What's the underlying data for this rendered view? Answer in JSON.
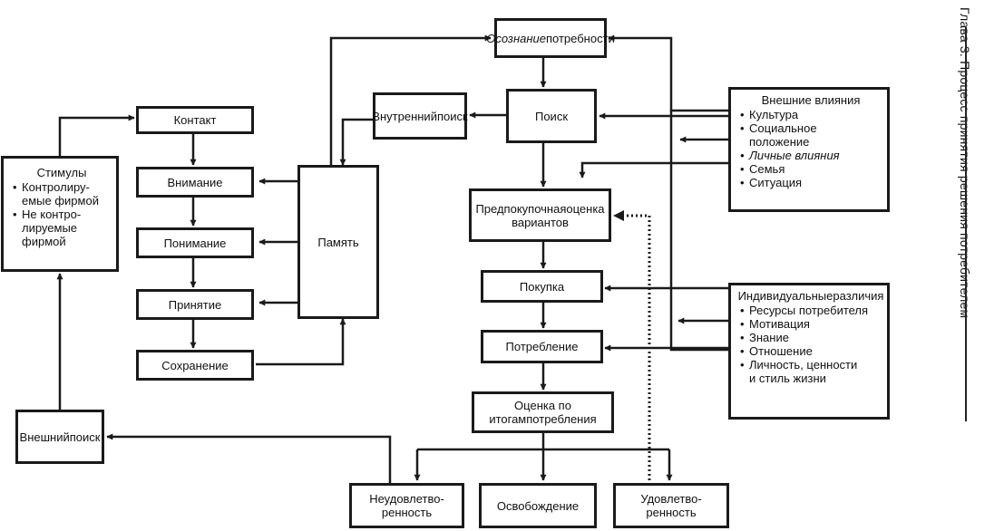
{
  "caption": "Глава 3. Процесс принятия решения потребителем",
  "nodes": {
    "awareness": [
      "Осознание",
      "потребности"
    ],
    "search": "Поиск",
    "internal_search": [
      "Внутренний",
      "поиск"
    ],
    "external_influences": {
      "title": "Внешние влияния",
      "items": [
        [
          "Культура"
        ],
        [
          "Социальное",
          "положение"
        ],
        [
          "Личные влияния"
        ],
        [
          "Семья"
        ],
        [
          "Ситуация"
        ]
      ]
    },
    "contact": "Контакт",
    "attention": "Внимание",
    "comprehension": "Понимание",
    "acceptance": "Принятие",
    "retention": "Сохранение",
    "memory": "Память",
    "stimuli": {
      "title": "Стимулы",
      "items": [
        [
          "Контролиру-",
          "емые фирмой"
        ],
        [
          "Не контро-",
          "лируемые",
          "фирмой"
        ]
      ]
    },
    "prepurchase_eval": [
      "Предпокупочная",
      "оценка вариантов"
    ],
    "purchase": "Покупка",
    "consumption": "Потребление",
    "postconsumption_eval": [
      "Оценка по итогам",
      "потребления"
    ],
    "individual_differences": {
      "title": [
        "Индивидуальные",
        "различия"
      ],
      "items": [
        [
          "Ресурсы потребителя"
        ],
        [
          "Мотивация"
        ],
        [
          "Знание"
        ],
        [
          "Отношение"
        ],
        [
          "Личность, ценности",
          "и стиль жизни"
        ]
      ]
    },
    "external_search": [
      "Внешний",
      "поиск"
    ],
    "dissatisfaction": [
      "Неудовлетво-",
      "ренность"
    ],
    "divestment": "Освобождение",
    "satisfaction": [
      "Удовлетво-",
      "ренность"
    ]
  }
}
